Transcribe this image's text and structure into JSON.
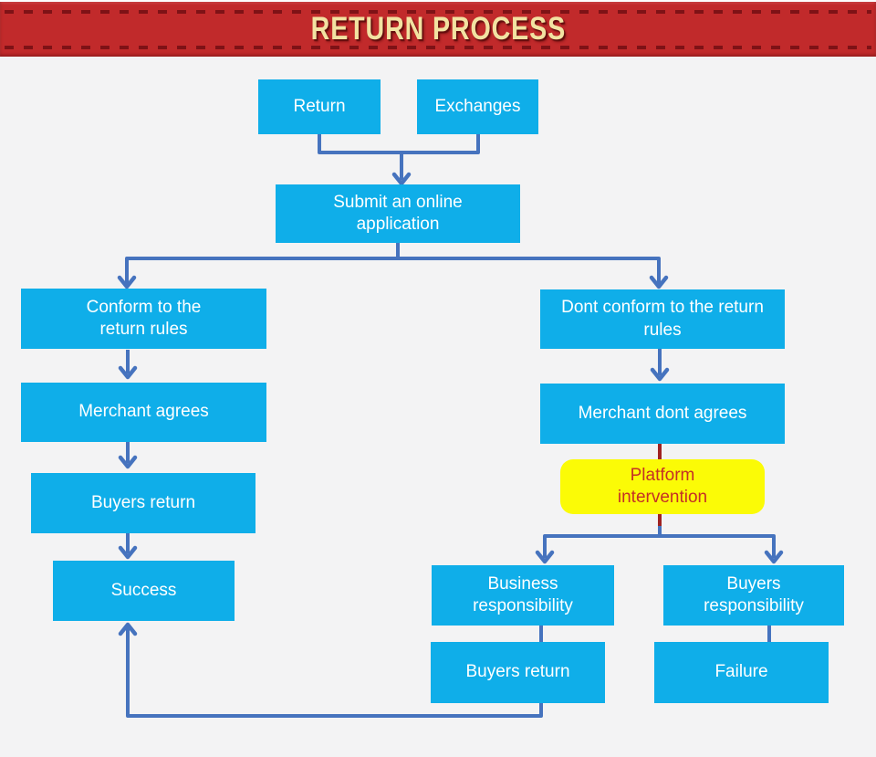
{
  "header": {
    "title": "RETURN PROCESS"
  },
  "colors": {
    "page_bg": "#F3F3F4",
    "banner_red": "#C12A2B",
    "banner_dash": "#7E1216",
    "banner_text": "#F2E2A2",
    "box_cyan": "#0FAEE9",
    "box_text": "#FFFFFF",
    "connector_blue": "#4673BE",
    "connector_red": "#9E2222",
    "highlight_yellow": "#FBFB06",
    "highlight_text": "#C43026"
  },
  "nodes": {
    "return": {
      "label": "Return"
    },
    "exchanges": {
      "label": "Exchanges"
    },
    "submit": {
      "label": "Submit an online application"
    },
    "conform": {
      "label": "Conform to the return rules"
    },
    "dont_conform": {
      "label": "Dont conform to the return rules"
    },
    "merchant_agrees": {
      "label": "Merchant agrees"
    },
    "merchant_dont_agrees": {
      "label": "Merchant dont agrees"
    },
    "buyers_return_left": {
      "label": "Buyers return"
    },
    "platform_intervention": {
      "label": "Platform intervention"
    },
    "success": {
      "label": "Success"
    },
    "business_responsibility": {
      "label": "Business responsibility"
    },
    "buyers_responsibility": {
      "label": "Buyers responsibility"
    },
    "buyers_return_right": {
      "label": "Buyers return"
    },
    "failure": {
      "label": "Failure"
    }
  }
}
